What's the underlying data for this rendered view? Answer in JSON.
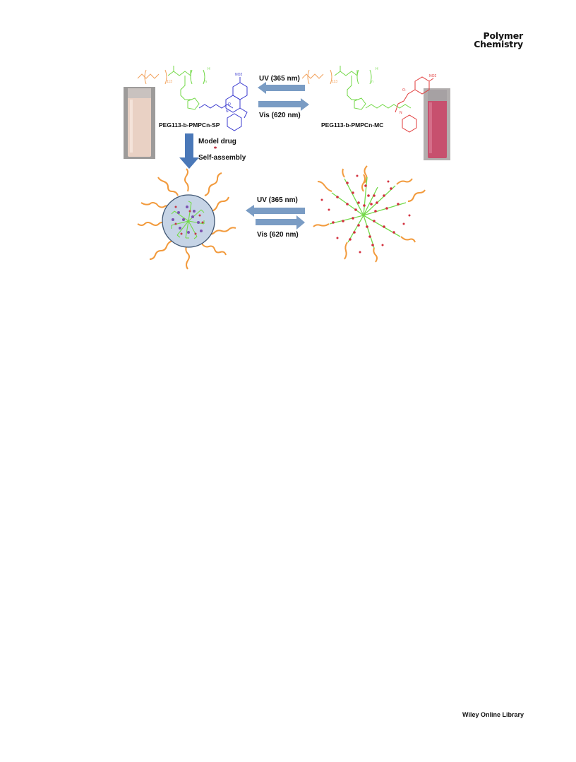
{
  "header": {
    "journal_line1": "Polymer",
    "journal_line2": "Chemistry"
  },
  "figure": {
    "arrow_top_uv": "UV (365 nm)",
    "arrow_top_vis": "Vis (620 nm)",
    "arrow_bottom_uv": "UV (365 nm)",
    "arrow_bottom_vis": "Vis (620 nm)",
    "left_polymer_label": "PEG113-b-PMPCn-SP",
    "right_polymer_label": "PEG113-b-PMPCn-MC",
    "down_step1": "Model drug",
    "down_step2": "Self-assembly",
    "chem_subscript_113": "113",
    "chem_subscript_n": "n",
    "chem_no2": "NO2",
    "chem_o": "O",
    "chem_n": "N",
    "chem_h": "H",
    "chem_ominus": "O-",
    "colors": {
      "peg": "#f2a35e",
      "backbone": "#74d94a",
      "sp": "#3b3bcf",
      "mc": "#e23a3a",
      "arrow": "#7a9cc4",
      "down_arrow": "#4a78b8"
    }
  },
  "footer": {
    "publisher": "Wiley Online Library"
  }
}
